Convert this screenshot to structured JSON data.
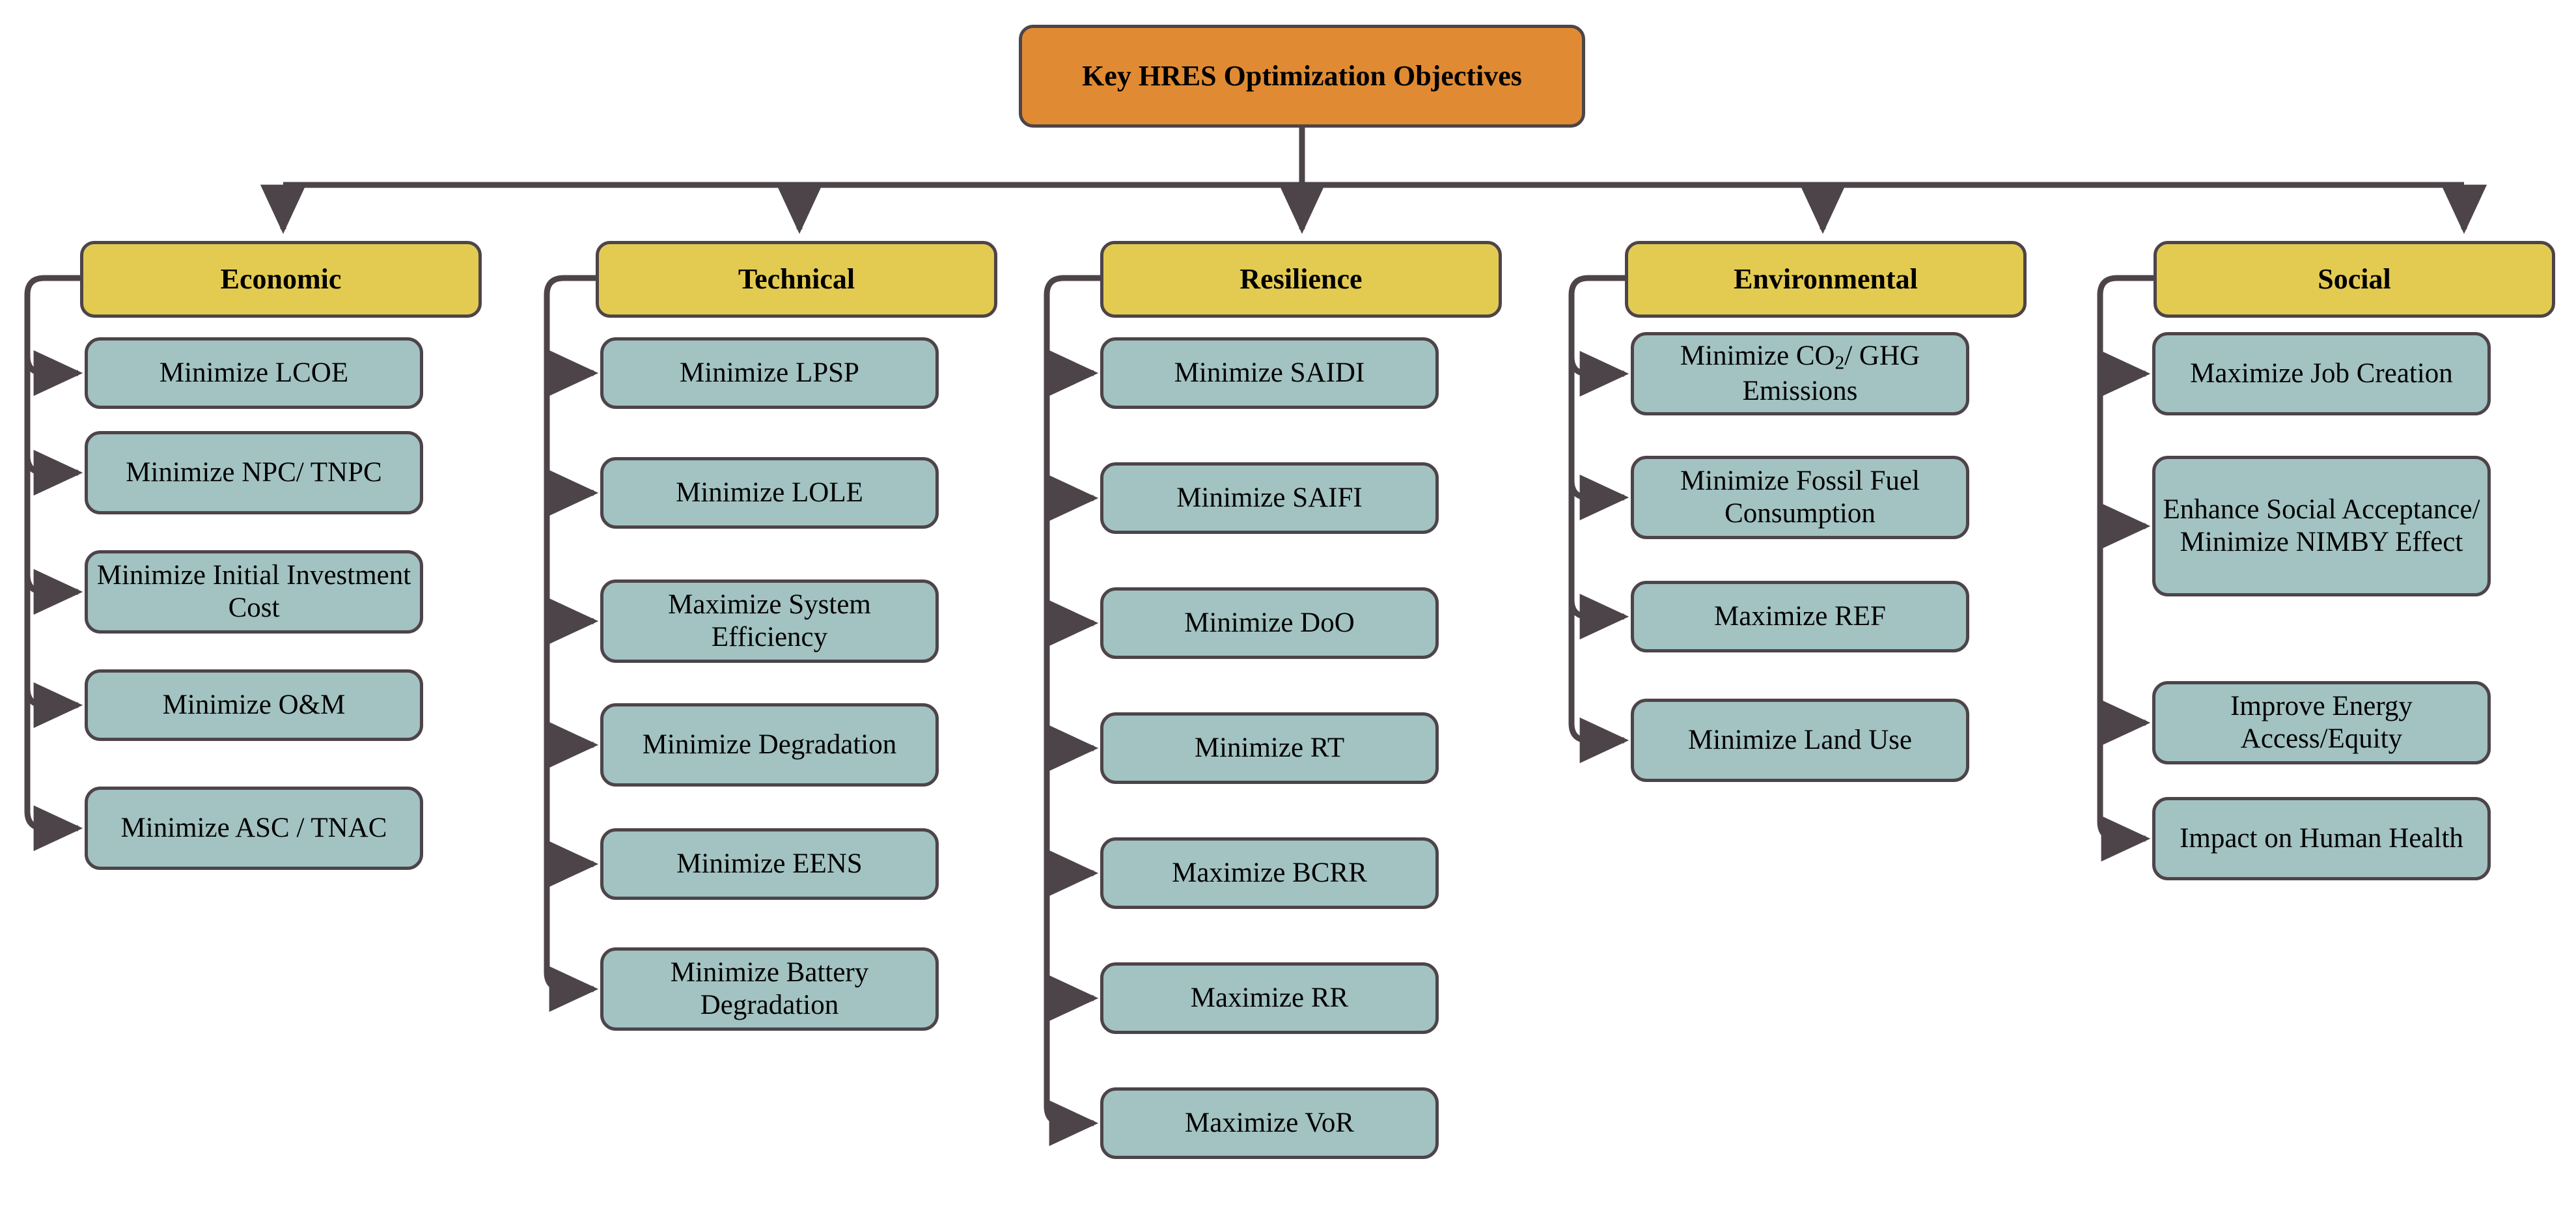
{
  "diagram": {
    "title": "Key HRES Optimization Objectives",
    "type": "hierarchy-tree",
    "colors": {
      "root_fill": "#E08B33",
      "category_fill": "#E3CB52",
      "leaf_fill": "#A3C2C2",
      "stroke": "#4D4449",
      "text": "#000000",
      "background": "#FFFFFF"
    },
    "root": {
      "label": "Key HRES Optimization Objectives"
    },
    "categories": [
      {
        "id": "economic",
        "label": "Economic",
        "items": [
          {
            "label": "Minimize  LCOE"
          },
          {
            "label": "Minimize NPC/ TNPC"
          },
          {
            "label": "Minimize Initial Investment Cost"
          },
          {
            "label": "Minimize O&M"
          },
          {
            "label": "Minimize ASC / TNAC"
          }
        ]
      },
      {
        "id": "technical",
        "label": "Technical",
        "items": [
          {
            "label": "Minimize LPSP"
          },
          {
            "label": "Minimize LOLE"
          },
          {
            "label": "Maximize System Efficiency"
          },
          {
            "label": "Minimize Degradation"
          },
          {
            "label": "Minimize EENS"
          },
          {
            "label": "Minimize Battery Degradation"
          }
        ]
      },
      {
        "id": "resilience",
        "label": "Resilience",
        "items": [
          {
            "label": "Minimize SAIDI"
          },
          {
            "label": "Minimize SAIFI"
          },
          {
            "label": "Minimize DoO"
          },
          {
            "label": "Minimize RT"
          },
          {
            "label": "Maximize BCRR"
          },
          {
            "label": "Maximize RR"
          },
          {
            "label": "Maximize VoR"
          }
        ]
      },
      {
        "id": "environmental",
        "label": "Environmental",
        "items": [
          {
            "label": "Minimize CO2/ GHG Emissions",
            "html": "Minimize CO<sub>2</sub>/ GHG Emissions"
          },
          {
            "label": "Minimize Fossil Fuel Consumption"
          },
          {
            "label": "Maximize REF"
          },
          {
            "label": "Minimize Land Use"
          }
        ]
      },
      {
        "id": "social",
        "label": "Social",
        "items": [
          {
            "label": "Maximize Job Creation"
          },
          {
            "label": "Enhance Social Acceptance/ Minimize NIMBY Effect"
          },
          {
            "label": "Improve Energy Access/Equity"
          },
          {
            "label": "Impact on Human Health"
          }
        ]
      }
    ]
  }
}
